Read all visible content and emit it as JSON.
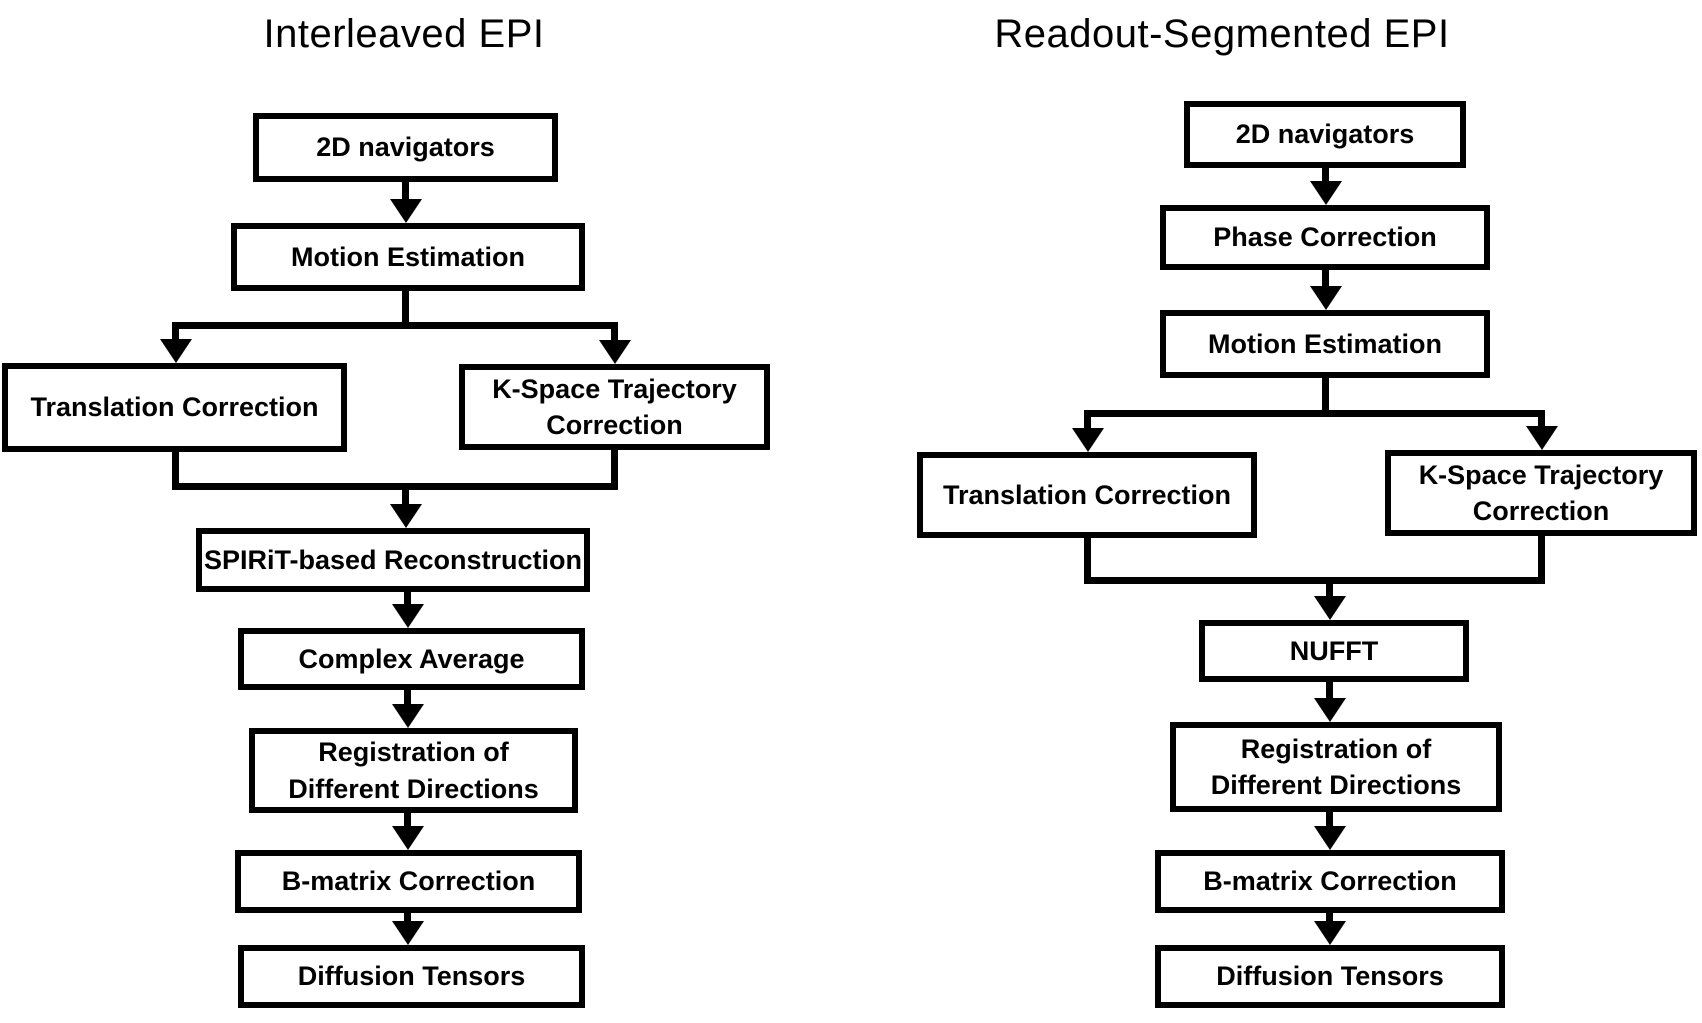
{
  "page": {
    "background": "#ffffff",
    "ink": "#000000"
  },
  "charts": [
    {
      "title": "Interleaved EPI",
      "nodes": {
        "navigators": "2D navigators",
        "motion": "Motion Estimation",
        "translation": "Translation Correction",
        "kspace": "K-Space Trajectory Correction",
        "recon": "SPIRiT-based Reconstruction",
        "complex_average": "Complex Average",
        "registration": "Registration of Different Directions",
        "bmatrix": "B-matrix Correction",
        "tensors": "Diffusion Tensors"
      },
      "edges": [
        {
          "from": "navigators",
          "to": "motion"
        },
        {
          "from": "motion",
          "to": "translation"
        },
        {
          "from": "motion",
          "to": "kspace"
        },
        {
          "from": "translation",
          "to": "recon"
        },
        {
          "from": "kspace",
          "to": "recon"
        },
        {
          "from": "recon",
          "to": "complex_average"
        },
        {
          "from": "complex_average",
          "to": "registration"
        },
        {
          "from": "registration",
          "to": "bmatrix"
        },
        {
          "from": "bmatrix",
          "to": "tensors"
        }
      ]
    },
    {
      "title": "Readout-Segmented EPI",
      "nodes": {
        "navigators": "2D navigators",
        "phase": "Phase Correction",
        "motion": "Motion Estimation",
        "translation": "Translation Correction",
        "kspace": "K-Space Trajectory Correction",
        "nufft": "NUFFT",
        "registration": "Registration of Different Directions",
        "bmatrix": "B-matrix Correction",
        "tensors": "Diffusion Tensors"
      },
      "edges": [
        {
          "from": "navigators",
          "to": "phase"
        },
        {
          "from": "phase",
          "to": "motion"
        },
        {
          "from": "motion",
          "to": "translation"
        },
        {
          "from": "motion",
          "to": "kspace"
        },
        {
          "from": "translation",
          "to": "nufft"
        },
        {
          "from": "kspace",
          "to": "nufft"
        },
        {
          "from": "nufft",
          "to": "registration"
        },
        {
          "from": "registration",
          "to": "bmatrix"
        },
        {
          "from": "bmatrix",
          "to": "tensors"
        }
      ]
    }
  ]
}
